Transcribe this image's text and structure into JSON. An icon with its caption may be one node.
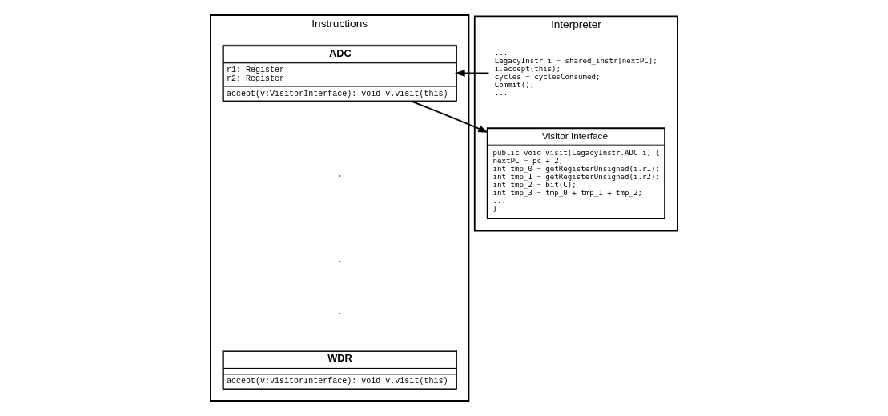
{
  "diagram": {
    "nodes": [
      {
        "text": [
          "Instructions"
        ]
      },
      {
        "text": [
          "ADC",
          "r1: Register r2: Register",
          "accept(v:VisitorInterface): void v.visit(this)"
        ],
        "in": 0
      },
      {
        "text": [
          "WDR",
          "accept(v:VisitorInterface): void v.visit(this)"
        ],
        "in": 0
      },
      {
        "text": [
          "Interpreter"
        ]
      },
      {
        "text": [
          "... LegacyInstr i = shared_instr[nextPC]; i.accept(this); cycles = cyclesConsumed; Commit(); ..."
        ],
        "in": 3
      },
      {
        "text": [
          "Visitor Interface",
          "public void visit(LegacyInstr.ADC i) { nextPC = pc + 2; int tmp_0 = getRegisterUnsigned(i.r1); int tmp_1 = getRegisterUnsigned(i.r2); int tmp_2 = bit(C); int tmp_3 = tmp_0 + tmp_1 + tmp_2; ... }"
        ],
        "in": 3
      }
    ],
    "edges": [
      {
        "from": 4,
        "to": 1,
        "arrow": "to"
      },
      {
        "from": 1,
        "to": 5,
        "arrow": "to"
      }
    ],
    "labels": [
      ".",
      ".",
      "."
    ]
  }
}
